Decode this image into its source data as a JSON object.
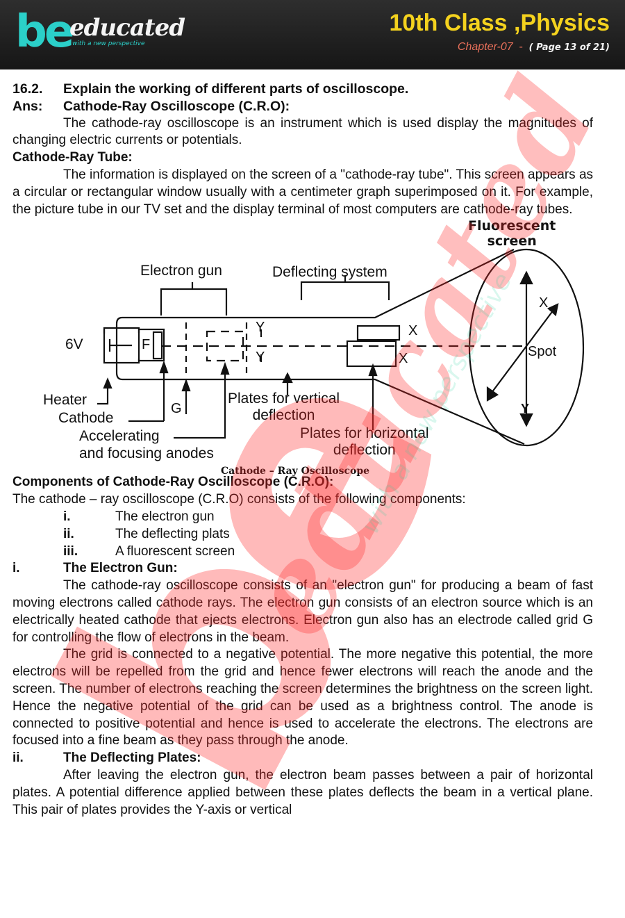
{
  "header": {
    "logo_be": "be",
    "logo_educated": "educated",
    "logo_tagline": "with a new perspective",
    "title": "10th Class ,Physics",
    "chapter": "Chapter-07",
    "dash": "-",
    "page": "( Page 13 of 21)",
    "colors": {
      "title": "#f4d21e",
      "chapter": "#e9705a",
      "logo": "#2bd0c9",
      "bar": "#1e1e1e"
    }
  },
  "question": {
    "number": "16.2.",
    "text": "Explain the working of different parts of oscilloscope.",
    "ans_label": "Ans:",
    "ans_heading": "Cathode-Ray Oscilloscope (C.R.O):",
    "ans_para": "The cathode-ray oscilloscope is an instrument which is used display the magnitudes of changing electric currents or potentials."
  },
  "crt": {
    "heading": "Cathode-Ray Tube:",
    "para": "The information is displayed on the screen of a \"cathode-ray tube\". This screen appears as a circular or rectangular window usually with a centimeter graph superimposed on it. For example, the picture tube in our TV set and the display terminal of most computers are cathode-ray tubes."
  },
  "diagram": {
    "labels": {
      "fluorescent": "Fluorescent",
      "screen": "screen",
      "electron_gun": "Electron gun",
      "deflecting_system": "Deflecting system",
      "v6": "6V",
      "f": "F",
      "y_top": "Y",
      "y_bottom": "Y",
      "x_top": "X",
      "x_bottom": "X",
      "x_screen": "X",
      "y_screen": "Y",
      "spot": "Spot",
      "heater": "Heater",
      "cathode": "Cathode",
      "g": "G",
      "accelerating": "Accelerating",
      "focusing": "and focusing anodes",
      "plates_vertical_1": "Plates for vertical",
      "plates_vertical_2": "deflection",
      "plates_horizontal_1": "Plates for horizontal",
      "plates_horizontal_2": "deflection"
    },
    "caption": "Cathode – Ray Oscilloscope"
  },
  "components": {
    "heading": "Components of Cathode-Ray Oscilloscope (C.R.O):",
    "intro": "The cathode – ray oscilloscope (C.R.O) consists of the following components:",
    "items": [
      {
        "num": "i.",
        "text": "The electron gun"
      },
      {
        "num": "ii.",
        "text": "The deflecting plats"
      },
      {
        "num": "iii.",
        "text": "A fluorescent screen"
      }
    ]
  },
  "gun": {
    "num": "i.",
    "heading": "The Electron Gun:",
    "para1": "The cathode-ray oscilloscope consists of an \"electron gun\" for producing a beam of fast moving electrons called cathode rays. The electron gun consists of an electron source which is an electrically heated cathode that ejects electrons. Electron gun also has an electrode called grid G for controlling the flow of electrons in the beam.",
    "para2": "The grid is connected to a negative potential. The more negative this potential, the more electrons will be repelled from the grid and hence fewer electrons will reach the anode and the screen. The number of electrons reaching the screen determines the brightness on the screen light. Hence the negative potential of the grid can be used as a brightness control. The anode is connected to positive potential and hence is used to accelerate the electrons. The electrons are focused into a fine beam as they pass through the anode."
  },
  "plates": {
    "num": "ii.",
    "heading": "The Deflecting Plates:",
    "para": "After leaving the electron gun, the electron beam passes between a pair of horizontal plates. A potential difference applied between these plates deflects the beam in a vertical plane. This pair of plates provides the Y-axis or vertical"
  },
  "watermark": {
    "be": "be",
    "educated": "educated",
    "tagline": "with a new perspective"
  }
}
